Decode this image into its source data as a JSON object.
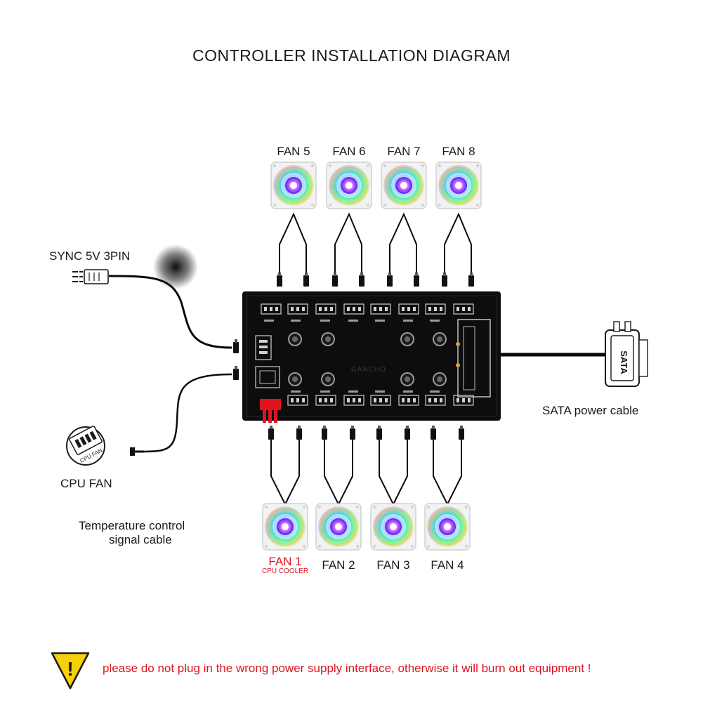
{
  "title": "CONTROLLER INSTALLATION DIAGRAM",
  "fans_top": [
    {
      "label": "FAN 5"
    },
    {
      "label": "FAN 6"
    },
    {
      "label": "FAN 7"
    },
    {
      "label": "FAN 8"
    }
  ],
  "fans_bottom": [
    {
      "label": "FAN 1",
      "sublabel": "CPU COOLER"
    },
    {
      "label": "FAN 2"
    },
    {
      "label": "FAN 3"
    },
    {
      "label": "FAN 4"
    }
  ],
  "labels": {
    "sync": "SYNC 5V 3PIN",
    "cpu_fan": "CPU FAN",
    "cpu_fan_icon_text": "CPU FAN",
    "temp_cable_line1": "Temperature control",
    "temp_cable_line2": "signal cable",
    "sata": "SATA power cable",
    "sata_plug_text": "SATA",
    "board_brand": "GANCHO"
  },
  "warning": {
    "text": "please do not plug in the wrong power supply interface, otherwise it will burn out equipment !",
    "icon_text": "!"
  },
  "colors": {
    "warning_text": "#e0141e",
    "warning_icon": "#f5d10a",
    "board": "#0d0d0d",
    "highlight_header": "#e0141e"
  }
}
